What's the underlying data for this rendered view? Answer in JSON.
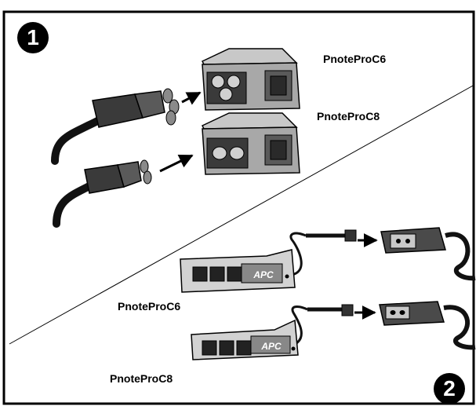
{
  "steps": {
    "first": "1",
    "second": "2"
  },
  "labels": {
    "top_c6": "PnoteProC6",
    "top_c8": "PnoteProC8",
    "bottom_c6": "PnoteProC6",
    "bottom_c8": "PnoteProC8"
  },
  "brand": "APC",
  "colors": {
    "line": "#000000",
    "body_light": "#d2d2d2",
    "body_mid": "#a8a8a8",
    "body_dark": "#5a5a5a",
    "cable": "#111111"
  }
}
